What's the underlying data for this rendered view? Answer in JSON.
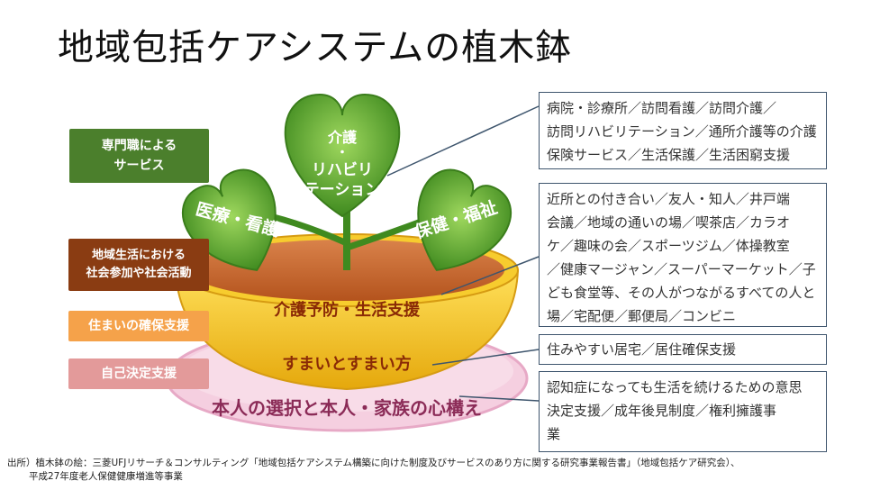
{
  "title": "地域包括ケアシステムの植木鉢",
  "labels_left": {
    "specialist_line1": "専門職による",
    "specialist_line2": "サービス",
    "community_line1": "地域生活における",
    "community_line2": "社会参加や社会活動",
    "housing": "住まいの確保支援",
    "self_decision": "自己決定支援"
  },
  "plant": {
    "leaf_center_lines": [
      "介護",
      "・",
      "リハビリ",
      "テーション"
    ],
    "leaf_left": "医療・看護",
    "leaf_right": "保健・福祉",
    "soil": "介護予防・生活支援",
    "pot": "すまいとすまい方",
    "saucer": "本人の選択と本人・家族の心構え"
  },
  "boxes": {
    "services": [
      "病院・診療所／訪問看護／訪問介護／",
      "訪問リハビリテーション／通所介護等の介護",
      "保険サービス／生活保護／生活困窮支援"
    ],
    "community": [
      "近所との付き合い／友人・知人／井戸端",
      "会議／地域の通いの場／喫茶店／カラオ",
      "ケ／趣味の会／スポーツジム／体操教室",
      "／健康マージャン／スーパーマーケット／子",
      "ども食堂等、その人がつながるすべての人と",
      "場／宅配便／郵便局／コンビニ"
    ],
    "housing": [
      "住みやすい居宅／居住確保支援"
    ],
    "decision": [
      "認知症になっても生活を続けるための意思",
      "決定支援／成年後見制度／権利擁護事",
      "業"
    ]
  },
  "source_line1": "出所）植木鉢の絵：三菱UFJリサーチ＆コンサルティング「地域包括ケアシステム構築に向けた制度及びサービスのあり方に関する研究事業報告書」（地域包括ケア研究会）、",
  "source_line2": "平成27年度老人保健健康増進等事業",
  "colors": {
    "leaf": "#5aa830",
    "soil": "#c8642a",
    "pot": "#f2c21f",
    "saucer": "#f3c8dc",
    "box_border": "#3e556d",
    "tag_green": "#4b7f2c",
    "tag_brown": "#8a3c12",
    "tag_orange": "#f5a24a",
    "tag_pink": "#e39a9a"
  }
}
